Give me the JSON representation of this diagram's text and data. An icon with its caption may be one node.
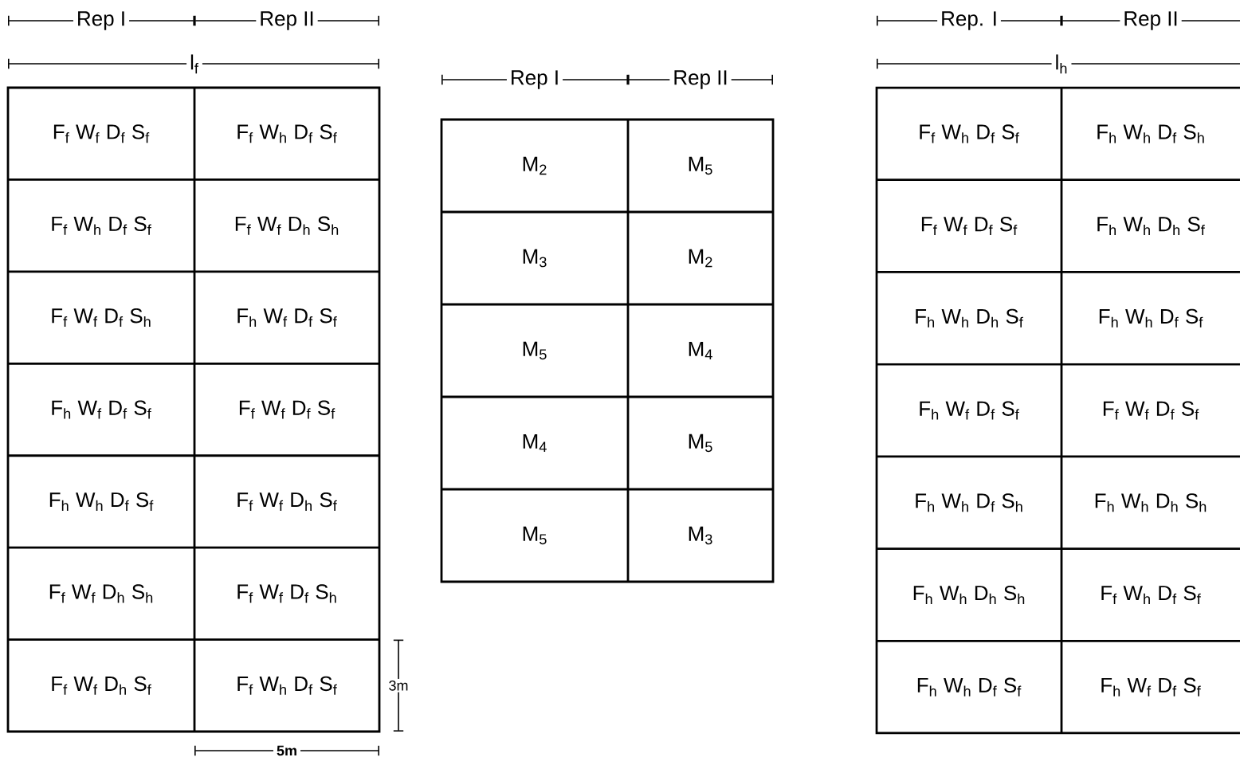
{
  "diagram": {
    "labels": [
      "Rep I",
      "Rep II",
      "l$_{f}$",
      "F$_{f}$ W$_{f}$ D$_{f}$ S$_{f}$",
      "F$_{f}$ W$_{h}$ D$_{f}$ S$_{f}$",
      "F$_{f}$ W$_{h}$ D$_{f}$ S$_{f}$",
      "F$_{f}$ W$_{f}$ D$_{h}$ S$_{h}$",
      "F$_{f}$ W$_{f}$ D$_{f}$ S$_{h}$",
      "F$_{h}$ W$_{f}$ D$_{f}$ S$_{f}$",
      "F$_{h}$ W$_{f}$ D$_{f}$ S$_{f}$",
      "F$_{f}$ W$_{f}$ D$_{f}$ S$_{f}$",
      "F$_{h}$ W$_{h}$ D$_{f}$ S$_{f}$",
      "F$_{f}$ W$_{f}$ D$_{h}$ S$_{f}$",
      "F$_{f}$ W$_{f}$ D$_{h}$ S$_{h}$",
      "F$_{f}$ W$_{f}$ D$_{f}$ S$_{h}$",
      "F$_{f}$ W$_{f}$ D$_{h}$ S$_{f}$",
      "F$_{f}$ W$_{h}$ D$_{f}$ S$_{f}$",
      "3m",
      "5m",
      "Rep I",
      "Rep II",
      "M$_{2}$",
      "M$_{5}$",
      "M$_{3}$",
      "M$_{2}$",
      "M$_{5}$",
      "M$_{4}$",
      "M$_{4}$",
      "M$_{5}$",
      "M$_{5}$",
      "M$_{3}$",
      "Rep. I",
      "Rep II",
      "l$_{h}$",
      "F$_{f}$ W$_{h}$ D$_{f}$ S$_{f}$",
      "F$_{h}$ W$_{h}$ D$_{f}$ S$_{h}$",
      "F$_{f}$ W$_{f}$ D$_{f}$ S$_{f}$",
      "F$_{h}$ W$_{h}$ D$_{h}$ S$_{f}$",
      "F$_{h}$ W$_{h}$ D$_{h}$ S$_{f}$",
      "F$_{h}$ W$_{h}$ D$_{f}$ S$_{f}$",
      "F$_{h}$ W$_{f}$ D$_{f}$ S$_{f}$",
      "F$_{f}$ W$_{f}$ D$_{f}$ S$_{f}$",
      "F$_{h}$ W$_{h}$ D$_{f}$ S$_{h}$",
      "F$_{h}$ W$_{h}$ D$_{h}$ S$_{h}$",
      "F$_{h}$ W$_{h}$ D$_{h}$ S$_{h}$",
      "F$_{f}$ W$_{h}$ D$_{f}$ S$_{f}$",
      "F$_{h}$ W$_{h}$ D$_{f}$ S$_{f}$",
      "F$_{h}$ W$_{f}$ D$_{f}$ S$_{f}$"
    ]
  }
}
